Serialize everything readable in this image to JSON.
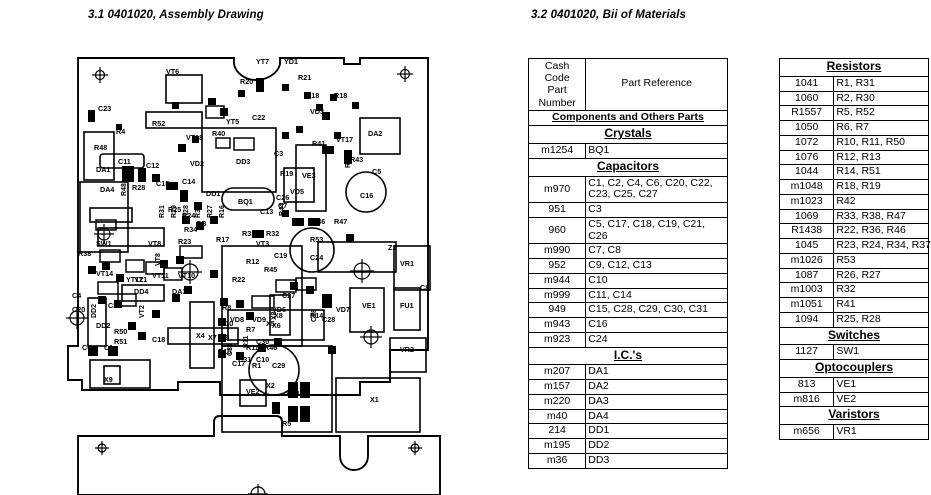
{
  "page": {
    "background": "#ffffff",
    "ink": "#000000"
  },
  "sections": {
    "assembly": {
      "title": "3.1 0401020, Assembly Drawing"
    },
    "bom": {
      "title": "3.2 0401020, Bii of Materials"
    }
  },
  "bom_left": {
    "headers": {
      "code_lines": [
        "Cash",
        "Code",
        "Part",
        "Number"
      ],
      "reference": "Part Reference"
    },
    "rows": [
      {
        "type": "group",
        "label": "Components and Others Parts",
        "size": "small"
      },
      {
        "type": "group",
        "label": "Crystals",
        "size": "big"
      },
      {
        "type": "data",
        "code": "m1254",
        "ref": "BQ1"
      },
      {
        "type": "group",
        "label": "Capacitors",
        "size": "big"
      },
      {
        "type": "data",
        "code": "m970",
        "ref": "C1, C2, C4, C6, C20, C22, C23, C25, C27"
      },
      {
        "type": "data",
        "code": "951",
        "ref": "C3"
      },
      {
        "type": "data",
        "code": "960",
        "ref": "C5, C17, C18, C19, C21, C26"
      },
      {
        "type": "data",
        "code": "m990",
        "ref": "C7, C8"
      },
      {
        "type": "data",
        "code": "952",
        "ref": "C9, C12, C13"
      },
      {
        "type": "data",
        "code": "m944",
        "ref": "C10"
      },
      {
        "type": "data",
        "code": "m999",
        "ref": "C11, C14"
      },
      {
        "type": "data",
        "code": "949",
        "ref": "C15, C28, C29, C30, C31"
      },
      {
        "type": "data",
        "code": "m943",
        "ref": "C16"
      },
      {
        "type": "data",
        "code": "m923",
        "ref": "C24"
      },
      {
        "type": "group",
        "label": "I.C.'s",
        "size": "big"
      },
      {
        "type": "data",
        "code": "m207",
        "ref": "DA1"
      },
      {
        "type": "data",
        "code": "m157",
        "ref": "DA2"
      },
      {
        "type": "data",
        "code": "m220",
        "ref": "DA3"
      },
      {
        "type": "data",
        "code": "m40",
        "ref": "DA4"
      },
      {
        "type": "data",
        "code": "214",
        "ref": "DD1"
      },
      {
        "type": "data",
        "code": "m195",
        "ref": "DD2"
      },
      {
        "type": "data",
        "code": "m36",
        "ref": "DD3"
      }
    ]
  },
  "bom_right": {
    "rows": [
      {
        "type": "group",
        "label": "Resistors",
        "size": "big"
      },
      {
        "type": "data",
        "code": "1041",
        "ref": "R1, R31"
      },
      {
        "type": "data",
        "code": "1060",
        "ref": "R2, R30"
      },
      {
        "type": "data",
        "code": "R1557",
        "ref": "R5, R52"
      },
      {
        "type": "data",
        "code": "1050",
        "ref": "R6, R7"
      },
      {
        "type": "data",
        "code": "1072",
        "ref": "R10, R11, R50"
      },
      {
        "type": "data",
        "code": "1076",
        "ref": "R12, R13"
      },
      {
        "type": "data",
        "code": "1044",
        "ref": "R14, R51"
      },
      {
        "type": "data",
        "code": "m1048",
        "ref": "R18, R19"
      },
      {
        "type": "data",
        "code": "m1023",
        "ref": "R42"
      },
      {
        "type": "data",
        "code": "1069",
        "ref": "R33, R38, R47"
      },
      {
        "type": "data",
        "code": "R1438",
        "ref": "R22, R36, R46"
      },
      {
        "type": "data",
        "code": "1045",
        "ref": "R23, R24, R34, R37"
      },
      {
        "type": "data",
        "code": "m1026",
        "ref": "R53"
      },
      {
        "type": "data",
        "code": "1087",
        "ref": "R26, R27"
      },
      {
        "type": "data",
        "code": "m1003",
        "ref": "R32"
      },
      {
        "type": "data",
        "code": "m1051",
        "ref": "R41"
      },
      {
        "type": "data",
        "code": "1094",
        "ref": "R25, R28"
      },
      {
        "type": "group",
        "label": "Switches",
        "size": "big"
      },
      {
        "type": "data",
        "code": "1127",
        "ref": "SW1"
      },
      {
        "type": "group",
        "label": "Optocouplers",
        "size": "big"
      },
      {
        "type": "data",
        "code": "813",
        "ref": "VE1"
      },
      {
        "type": "data",
        "code": "m816",
        "ref": "VE2"
      },
      {
        "type": "group",
        "label": "Varistors",
        "size": "big"
      },
      {
        "type": "data",
        "code": "m656",
        "ref": "VR1"
      }
    ]
  },
  "pcb": {
    "designators": [
      "C23",
      "DA1",
      "R4",
      "R52",
      "VT6",
      "R20",
      "YT5",
      "YT7",
      "YD1",
      "R21",
      "R18",
      "R13",
      "VD3",
      "R48",
      "C11",
      "C12",
      "DD3",
      "VT18",
      "R40",
      "C22",
      "VD2",
      "DD1",
      "R19",
      "C3",
      "R41",
      "VT17",
      "DA2",
      "VE3",
      "R43",
      "C26",
      "C13",
      "R48",
      "VD5",
      "C16",
      "DA4",
      "R28",
      "C15",
      "C14",
      "BQ1",
      "C7",
      "CB",
      "R24",
      "R34",
      "R33",
      "R32",
      "R36",
      "R47",
      "R35",
      "R37",
      "R26",
      "R25",
      "VT13",
      "VT8",
      "SW1",
      "R23",
      "R17",
      "VT3",
      "R53",
      "DD4",
      "R12",
      "C19",
      "C24",
      "R38",
      "VT14",
      "YT12",
      "VT11",
      "VT10",
      "R22",
      "R45",
      "C10",
      "Z1",
      "VR1",
      "C4",
      "C20",
      "DD2",
      "YT1",
      "R50",
      "R51",
      "C18",
      "C6",
      "C1",
      "X9",
      "X4",
      "X6",
      "R8",
      "R10",
      "R9",
      "R15",
      "R11",
      "C17",
      "X2",
      "DA3",
      "C27",
      "VD6",
      "VD7",
      "R14",
      "VE1",
      "FU1",
      "VD8",
      "VD9",
      "X7",
      "X8",
      "C28",
      "C30",
      "C31",
      "R46",
      "R1",
      "C29",
      "VE2",
      "VD1",
      "R5",
      "VR2",
      "X1",
      "C5",
      "C8",
      "R2",
      "R30",
      "R31",
      "R27",
      "R29",
      "R44",
      "C21",
      "C25",
      "R16"
    ]
  }
}
